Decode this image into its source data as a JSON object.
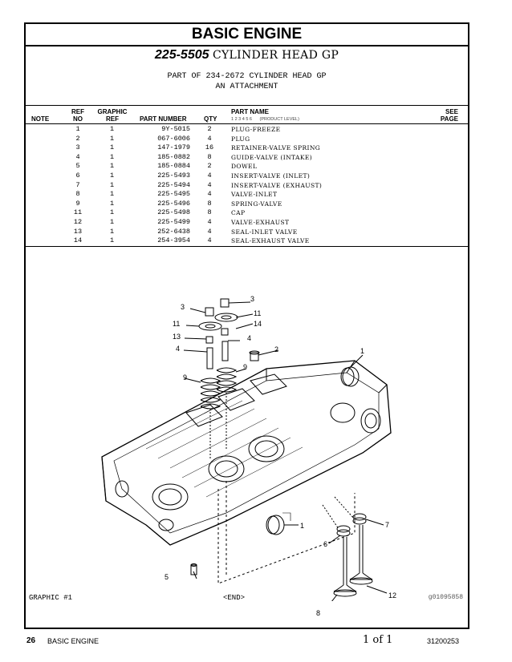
{
  "header": {
    "title": "BASIC ENGINE"
  },
  "subtitle": {
    "part_number": "225-5505",
    "part_name": "CYLINDER HEAD GP"
  },
  "part_of": {
    "line1": "PART OF 234-2672 CYLINDER HEAD GP",
    "line2": "AN ATTACHMENT"
  },
  "columns": {
    "note": "NOTE",
    "ref_no_1": "REF",
    "ref_no_2": "NO",
    "graphic_ref_1": "GRAPHIC",
    "graphic_ref_2": "REF",
    "part_number": "PART NUMBER",
    "qty": "QTY",
    "part_name": "PART NAME",
    "levels": "1 2 3 4 5 6",
    "product_level": "(PRODUCT LEVEL)",
    "see_page_1": "SEE",
    "see_page_2": "PAGE"
  },
  "parts": [
    {
      "ref": "1",
      "graphic": "1",
      "part": "9Y-5015",
      "qty": "2",
      "name": "PLUG-FREEZE"
    },
    {
      "ref": "2",
      "graphic": "1",
      "part": "067-6006",
      "qty": "4",
      "name": "PLUG"
    },
    {
      "ref": "3",
      "graphic": "1",
      "part": "147-1979",
      "qty": "16",
      "name": "RETAINER-VALVE SPRING"
    },
    {
      "ref": "4",
      "graphic": "1",
      "part": "185-0882",
      "qty": "8",
      "name": "GUIDE-VALVE (INTAKE)"
    },
    {
      "ref": "5",
      "graphic": "1",
      "part": "185-0884",
      "qty": "2",
      "name": "DOWEL"
    },
    {
      "ref": "6",
      "graphic": "1",
      "part": "225-5493",
      "qty": "4",
      "name": "INSERT-VALVE (INLET)"
    },
    {
      "ref": "7",
      "graphic": "1",
      "part": "225-5494",
      "qty": "4",
      "name": "INSERT-VALVE (EXHAUST)"
    },
    {
      "ref": "8",
      "graphic": "1",
      "part": "225-5495",
      "qty": "4",
      "name": "VALVE-INLET"
    },
    {
      "ref": "9",
      "graphic": "1",
      "part": "225-5496",
      "qty": "8",
      "name": "SPRING-VALVE"
    },
    {
      "ref": "11",
      "graphic": "1",
      "part": "225-5498",
      "qty": "8",
      "name": "CAP"
    },
    {
      "ref": "12",
      "graphic": "1",
      "part": "225-5499",
      "qty": "4",
      "name": "VALVE-EXHAUST"
    },
    {
      "ref": "13",
      "graphic": "1",
      "part": "252-6438",
      "qty": "4",
      "name": "SEAL-INLET VALVE"
    },
    {
      "ref": "14",
      "graphic": "1",
      "part": "254-3954",
      "qty": "4",
      "name": "SEAL-EXHAUST VALVE"
    }
  ],
  "callouts": {
    "c3a": "3",
    "c3b": "3",
    "c11a": "11",
    "c11b": "11",
    "c14": "14",
    "c13": "13",
    "c4a": "4",
    "c4b": "4",
    "c2": "2",
    "c9a": "9",
    "c9b": "9",
    "c1a": "1",
    "c1b": "1",
    "c7": "7",
    "c6": "6",
    "c5": "5",
    "c12": "12",
    "c8": "8"
  },
  "graphic": {
    "label": "GRAPHIC #1",
    "end": "<END>",
    "image_id": "g01095858"
  },
  "footer": {
    "page_number": "26",
    "section": "BASIC ENGINE",
    "page_of": "1 of 1",
    "doc_id": "31200253"
  }
}
